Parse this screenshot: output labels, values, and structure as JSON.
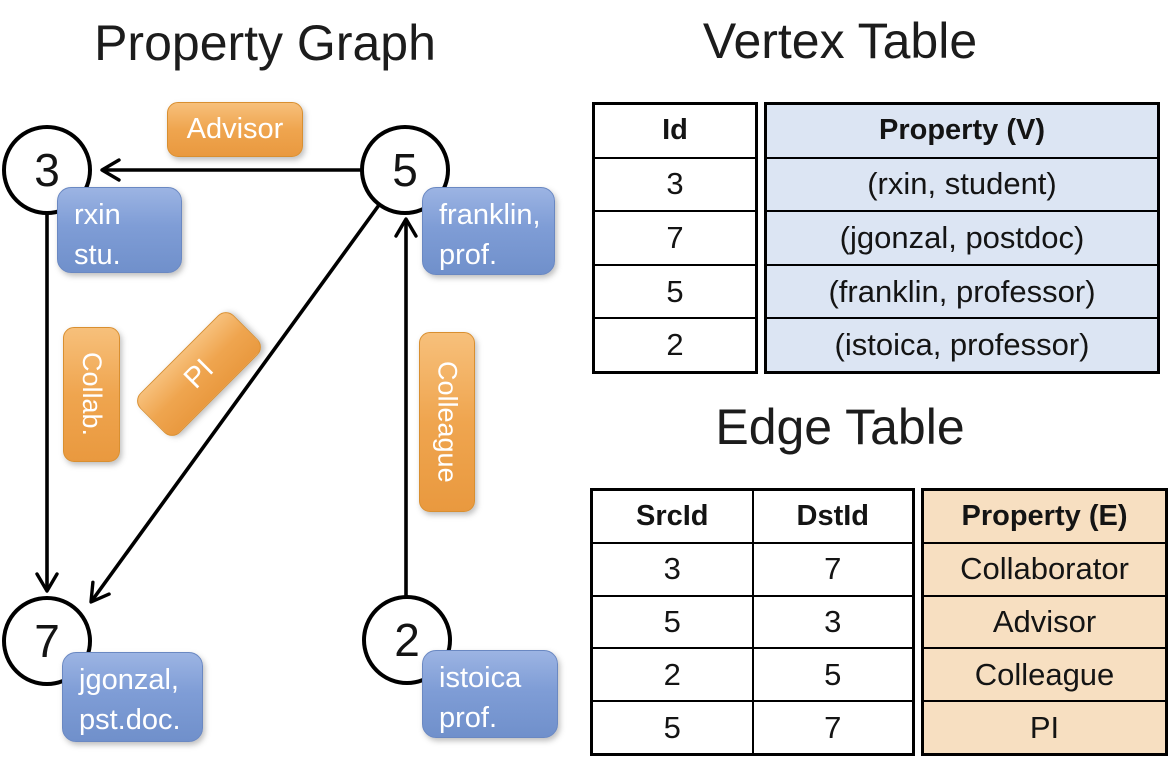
{
  "graph": {
    "title": "Property Graph",
    "vertices": [
      {
        "id": "3",
        "line1": "rxin",
        "line2": "stu."
      },
      {
        "id": "5",
        "line1": "franklin,",
        "line2": "prof."
      },
      {
        "id": "7",
        "line1": "jgonzal,",
        "line2": "pst.doc."
      },
      {
        "id": "2",
        "line1": "istoica",
        "line2": "prof."
      }
    ],
    "edge_labels": [
      {
        "text": "Advisor",
        "from": "5",
        "to": "3"
      },
      {
        "text": "Collab.",
        "from": "3",
        "to": "7"
      },
      {
        "text": "PI",
        "from": "5",
        "to": "7"
      },
      {
        "text": "Colleague",
        "from": "2",
        "to": "5"
      }
    ]
  },
  "vertex_table": {
    "title": "Vertex Table",
    "columns": [
      "Id",
      "Property (V)"
    ],
    "rows": [
      [
        "3",
        "(rxin, student)"
      ],
      [
        "7",
        "(jgonzal, postdoc)"
      ],
      [
        "5",
        "(franklin, professor)"
      ],
      [
        "2",
        "(istoica, professor)"
      ]
    ]
  },
  "edge_table": {
    "title": "Edge Table",
    "columns": [
      "SrcId",
      "DstId",
      "Property (E)"
    ],
    "rows": [
      [
        "3",
        "7",
        "Collaborator"
      ],
      [
        "5",
        "3",
        "Advisor"
      ],
      [
        "2",
        "5",
        "Colleague"
      ],
      [
        "5",
        "7",
        "PI"
      ]
    ]
  },
  "colors": {
    "edge_chip_orange": "#efa54f",
    "vertex_chip_blue": "#7f9dd6",
    "vertex_table_fill": "#dce5f3",
    "edge_table_fill": "#f7dfc1",
    "line_black": "#000000",
    "text_white": "#ffffff"
  }
}
